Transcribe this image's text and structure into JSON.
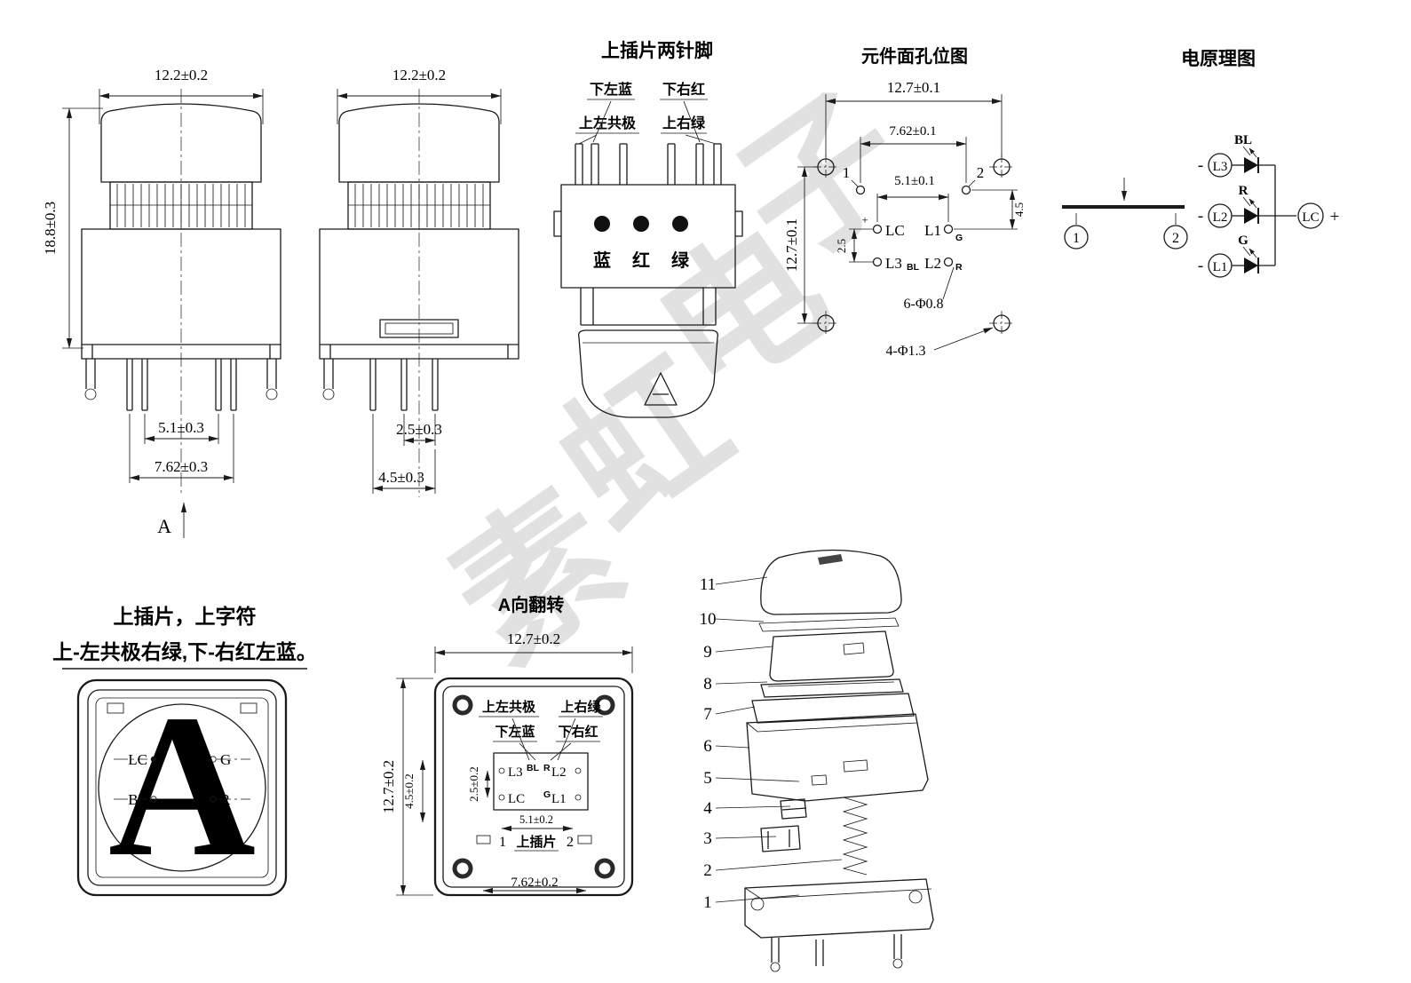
{
  "watermark": {
    "chars": [
      "素",
      "虹",
      "电",
      "子"
    ]
  },
  "front_view": {
    "dim_width": "12.2±0.2",
    "dim_height": "18.8±0.3",
    "dim_pitch_inner": "5.1±0.3",
    "dim_pitch_outer": "7.62±0.3",
    "view_arrow_label": "A"
  },
  "side_view": {
    "dim_width": "12.2±0.2",
    "dim_pitch_inner": "2.5±0.3",
    "dim_pitch_outer": "4.5±0.3"
  },
  "pin_view": {
    "title": "上插片两针脚",
    "label_lower_left": "下左蓝",
    "label_lower_right": "下右红",
    "label_upper_left": "上左共极",
    "label_upper_right": "上右绿",
    "led_blue": "蓝",
    "led_red": "红",
    "led_green": "绿"
  },
  "hole_view": {
    "title": "元件面孔位图",
    "dim_width": "12.7±0.1",
    "dim_insert_pitch": "7.62±0.1",
    "dim_led_pitch": "5.1±0.1",
    "dim_height": "12.7±0.1",
    "dim_row_gap": "2.5",
    "dim_offset": "4.5",
    "hole1": "1",
    "hole2": "2",
    "plus": "+",
    "lc": "LC",
    "l1": "L1",
    "l3": "L3",
    "l2": "L2",
    "g": "G",
    "bl": "BL",
    "r": "R",
    "note_small_holes": "6-Φ0.8",
    "note_corner_holes": "4-Φ1.3"
  },
  "schematic": {
    "title": "电原理图",
    "contact1": "1",
    "contact2": "2",
    "minus": "-",
    "plus": "+",
    "common": "LC",
    "leds": [
      {
        "node": "L3",
        "color": "BL"
      },
      {
        "node": "L2",
        "color": "R"
      },
      {
        "node": "L1",
        "color": "G"
      }
    ]
  },
  "face_view": {
    "note_line1": "上插片，上字符",
    "note_line2": "上-左共极右绿,下-右红左蓝。",
    "legend": "A",
    "lc": "LC",
    "g": "G",
    "bl": "BL",
    "r": "R"
  },
  "flip_view": {
    "title": "A向翻转",
    "dim_width": "12.7±0.2",
    "dim_height": "12.7±0.2",
    "dim_row_gap": "2.5±0.2",
    "dim_offset": "4.5±0.2",
    "dim_led_pitch": "5.1±0.2",
    "dim_insert_pitch": "7.62±0.2",
    "label_upper_left": "上左共极",
    "label_upper_right": "上右绿",
    "label_lower_left": "下左蓝",
    "label_lower_right": "下右红",
    "l3": "L3",
    "bl": "BL",
    "r": "R",
    "l2": "L2",
    "lc": "LC",
    "g": "G",
    "l1": "L1",
    "tab1": "1",
    "tab2": "2",
    "tab_label": "上插片"
  },
  "exploded_view": {
    "part_numbers": [
      "11",
      "10",
      "9",
      "8",
      "7",
      "6",
      "5",
      "4",
      "3",
      "2",
      "1"
    ]
  }
}
